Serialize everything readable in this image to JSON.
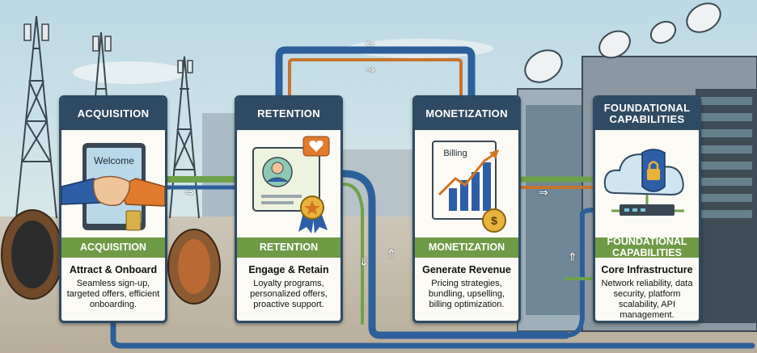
{
  "stages": [
    {
      "title": "ACQUISITION",
      "band": "ACQUISITION",
      "subtitle": "Attract & Onboard",
      "description": "Seamless sign-up, targeted offers, efficient onboarding.",
      "screen_text": "Welcome"
    },
    {
      "title": "RETENTION",
      "band": "RETENTION",
      "subtitle": "Engage & Retain",
      "description": "Loyalty programs, personalized offers, proactive support."
    },
    {
      "title": "MONETIZATION",
      "band": "MONETIZATION",
      "subtitle": "Generate Revenue",
      "description": "Pricing strategies, bundling, upselling, billing optimization.",
      "doc_text": "Billing",
      "coin_text": "$"
    },
    {
      "title": "FOUNDATIONAL CAPABILITIES",
      "band": "FOUNDATIONAL CAPABILITIES",
      "subtitle": "Core Infrastructure",
      "description": "Network reliability, data security, platform scalability, API management."
    }
  ],
  "flow_arrows": {
    "right": "⇒",
    "left": "⇐",
    "up": "⇑",
    "down": "⇓"
  },
  "colors": {
    "header": "#2f4b63",
    "band": "#6f9a46",
    "pipe_blue": "#2d5f9a",
    "pipe_green": "#6fa14a",
    "pipe_orange": "#c8742e"
  },
  "icons": [
    "cell-tower-icon",
    "handshake-icon",
    "tablet-icon",
    "profile-card-icon",
    "heart-icon",
    "award-badge-icon",
    "billing-document-icon",
    "dollar-coin-icon",
    "cloud-icon",
    "padlock-icon",
    "satellite-dish-icon",
    "cable-spool-icon",
    "server-rack-icon"
  ]
}
